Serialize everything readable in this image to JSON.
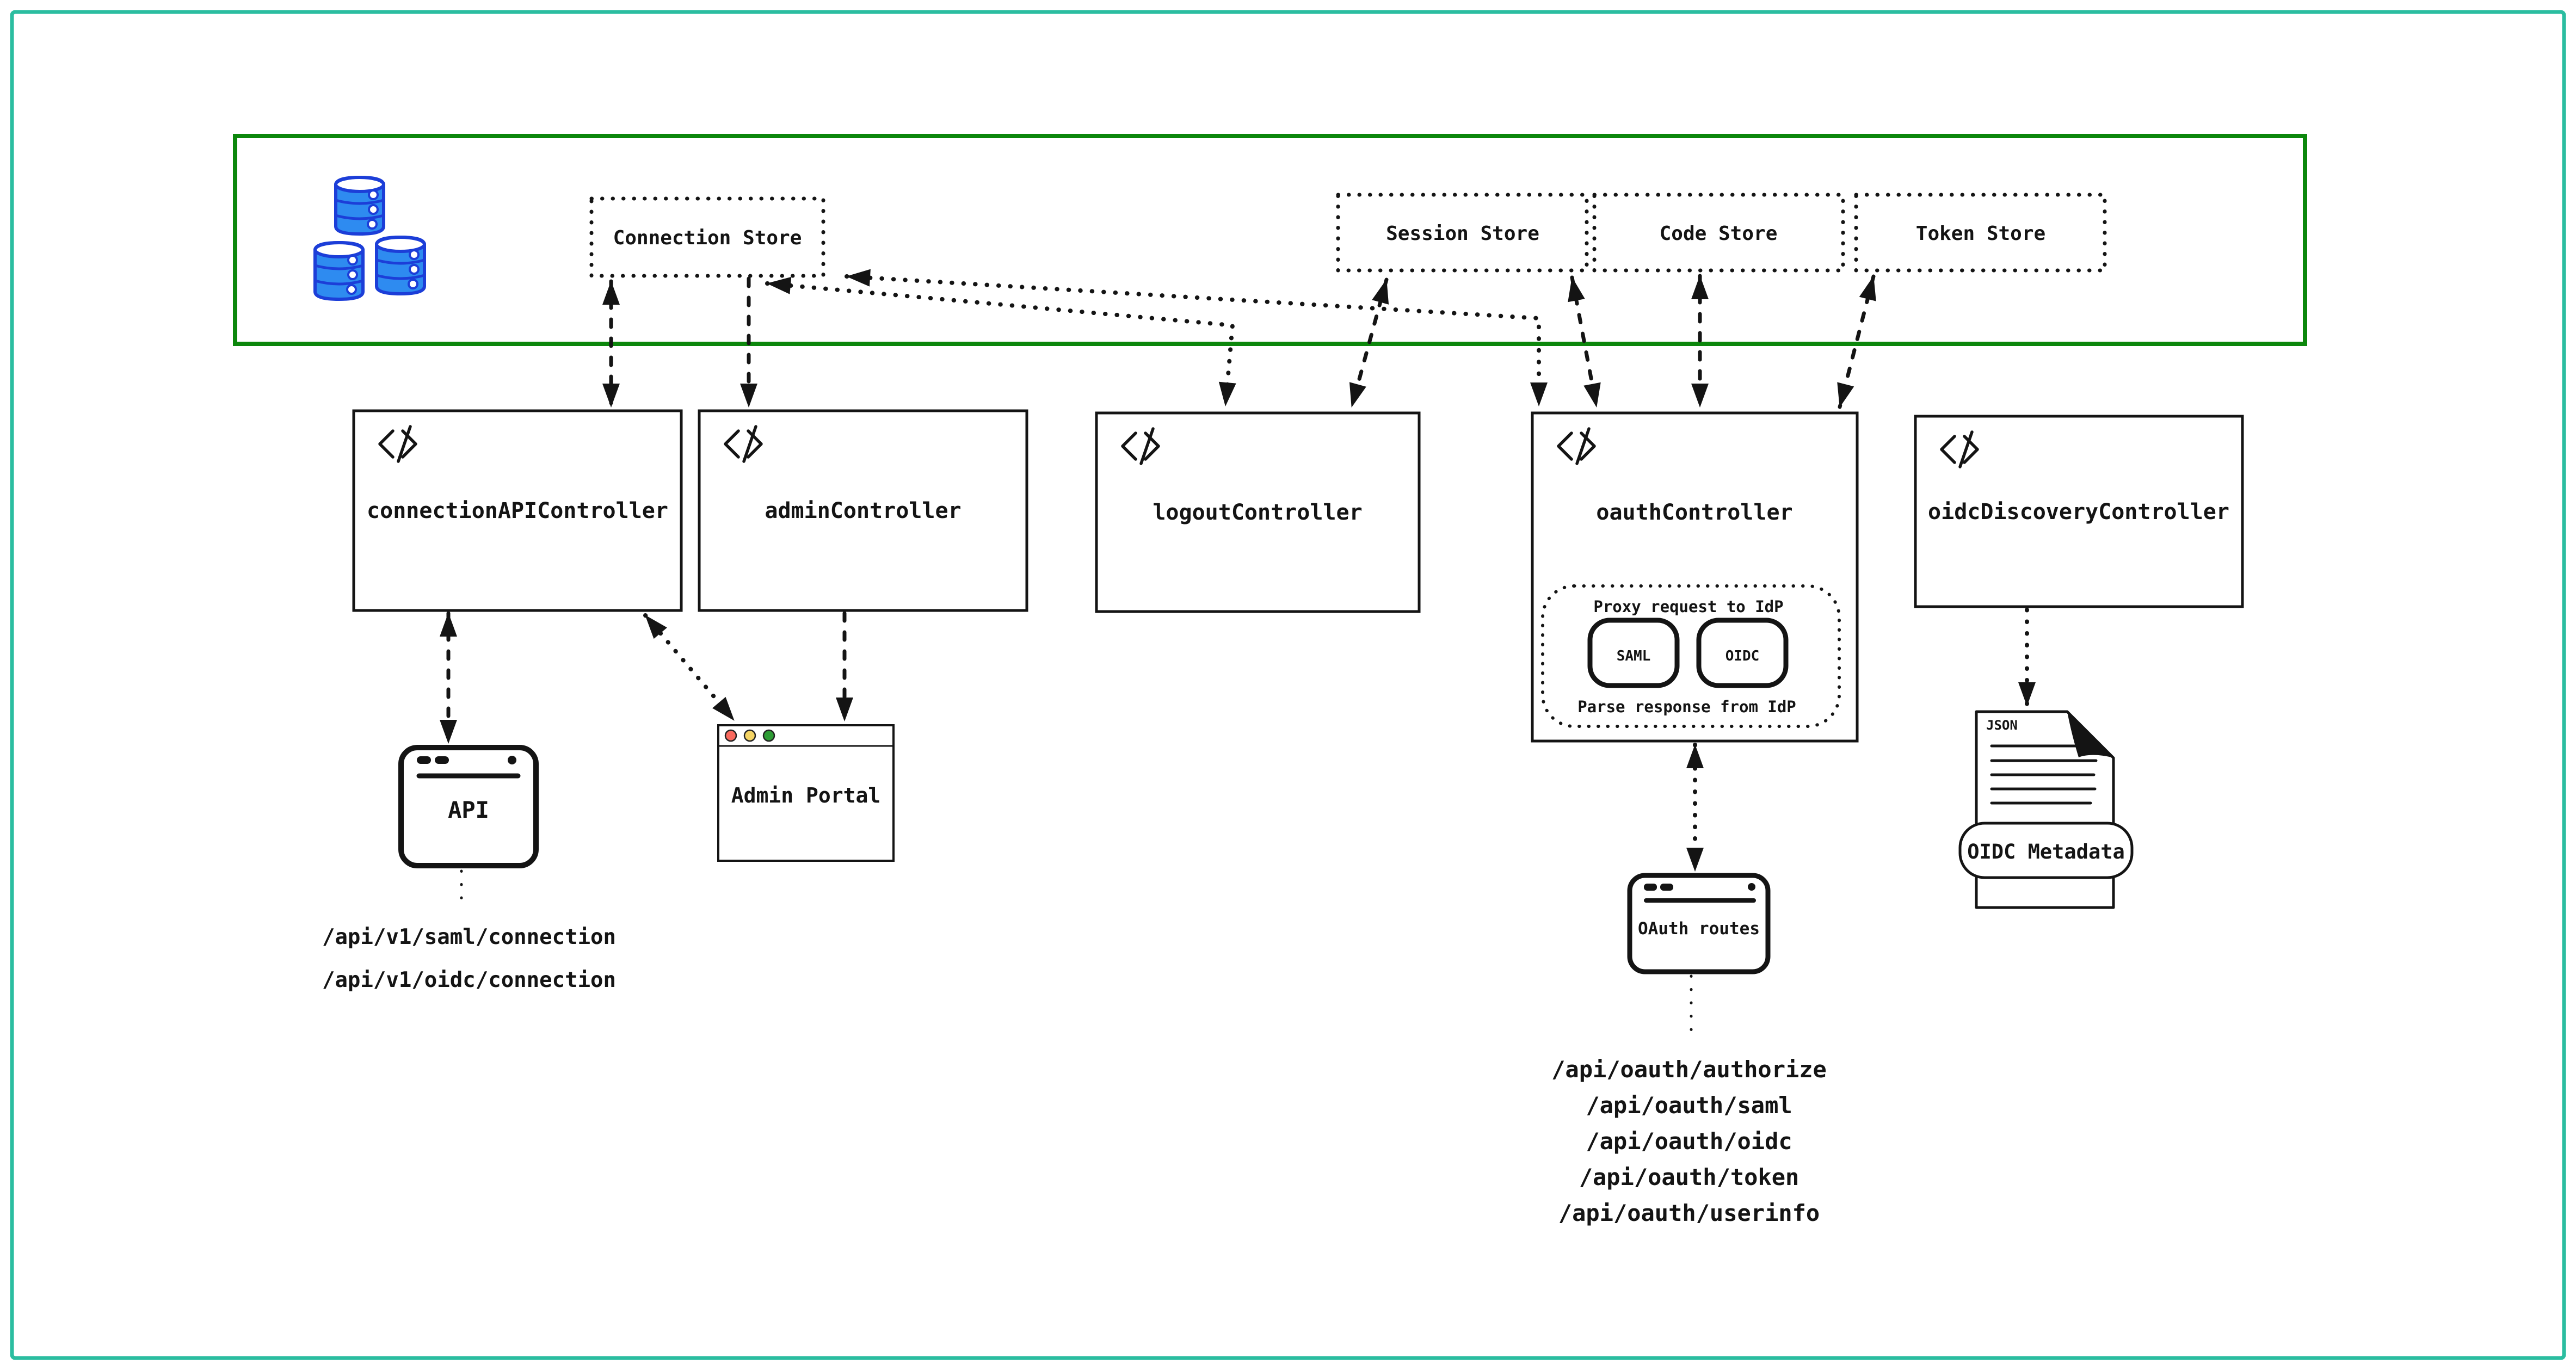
{
  "stores": {
    "connection": "Connection Store",
    "session": "Session Store",
    "code": "Code Store",
    "token": "Token Store"
  },
  "controllers": {
    "connection_api": "connectionAPIController",
    "admin": "adminController",
    "logout": "logoutController",
    "oauth": "oauthController",
    "oidc_discovery": "oidcDiscoveryController"
  },
  "oauth_internals": {
    "proxy_label": "Proxy request to IdP",
    "saml": "SAML",
    "oidc": "OIDC",
    "parse_label": "Parse response from IdP"
  },
  "clients": {
    "api": "API",
    "admin_portal": "Admin Portal",
    "oauth_routes": "OAuth routes"
  },
  "api_endpoints": [
    "/api/v1/saml/connection",
    "/api/v1/oidc/connection"
  ],
  "oauth_endpoints": [
    "/api/oauth/authorize",
    "/api/oauth/saml",
    "/api/oauth/oidc",
    "/api/oauth/token",
    "/api/oauth/userinfo"
  ],
  "document": {
    "type_label": "JSON",
    "banner": "OIDC Metadata"
  },
  "icons": {
    "database": "database-stack-icon",
    "code": "code-brackets-icon",
    "browser": "browser-window-icon",
    "traffic_lights": "window-traffic-lights-icon",
    "json_file": "json-file-icon"
  },
  "colors": {
    "page_border": "#2BBDA0",
    "container_border": "#0C870C",
    "ink": "#141414",
    "db_fill": "#2E8BF0",
    "db_stroke": "#1C3ED8",
    "light_red": "#F9695E",
    "light_yellow": "#F5D464",
    "light_green": "#2E9C35"
  }
}
